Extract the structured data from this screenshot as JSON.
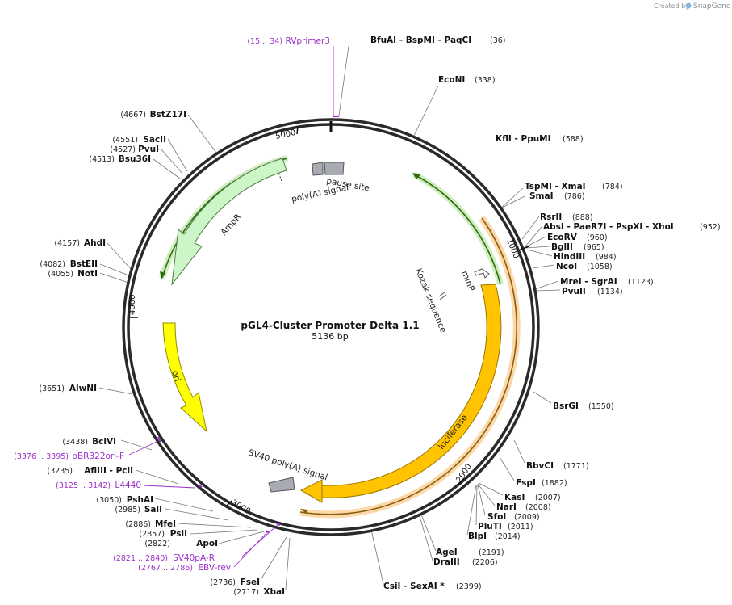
{
  "credit": {
    "prefix": "Created by",
    "brand": "SnapGene"
  },
  "map": {
    "name": "pGL4-Cluster Promoter Delta 1.1",
    "length": "5136 bp"
  },
  "ticks": [
    "1000",
    "2000",
    "3000",
    "4000",
    "5000"
  ],
  "features": {
    "luciferase": "luciferase",
    "minp": "minP",
    "kozak": "Kozak sequence",
    "sv40": "SV40 poly(A) signal",
    "ori": "ori",
    "ampr": "AmpR",
    "polya": "poly(A) signal",
    "pause": "pause site"
  },
  "sites": [
    {
      "name": "BfuAI  - BspMI  - PaqCI",
      "pos": "(36)"
    },
    {
      "name": "EcoNI",
      "pos": "(338)"
    },
    {
      "name": "KflI  - PpuMI",
      "pos": "(588)"
    },
    {
      "name": "TspMI  - XmaI",
      "pos": "(784)"
    },
    {
      "name": "SmaI",
      "pos": "(786)"
    },
    {
      "name": "RsrII",
      "pos": "(888)"
    },
    {
      "name": "AbsI  - PaeR7I  - PspXI  - XhoI",
      "pos": "(952)"
    },
    {
      "name": "EcoRV",
      "pos": "(960)"
    },
    {
      "name": "BglII",
      "pos": "(965)"
    },
    {
      "name": "HindIII",
      "pos": "(984)"
    },
    {
      "name": "NcoI",
      "pos": "(1058)"
    },
    {
      "name": "MreI  - SgrAI",
      "pos": "(1123)"
    },
    {
      "name": "PvuII",
      "pos": "(1134)"
    },
    {
      "name": "BsrGI",
      "pos": "(1550)"
    },
    {
      "name": "BbvCI",
      "pos": "(1771)"
    },
    {
      "name": "FspI",
      "pos": "(1882)"
    },
    {
      "name": "KasI",
      "pos": "(2007)"
    },
    {
      "name": "NarI",
      "pos": "(2008)"
    },
    {
      "name": "SfoI",
      "pos": "(2009)"
    },
    {
      "name": "PluTI",
      "pos": "(2011)"
    },
    {
      "name": "BlpI",
      "pos": "(2014)"
    },
    {
      "name": "AgeI",
      "pos": "(2191)"
    },
    {
      "name": "DraIII",
      "pos": "(2206)"
    },
    {
      "name": "CsiI  - SexAI *",
      "pos": "(2399)"
    },
    {
      "name": "XbaI",
      "pos": "(2717)"
    },
    {
      "name": "FseI",
      "pos": "(2736)"
    },
    {
      "name": "ApoI",
      "pos": "(2822)"
    },
    {
      "name": "PsiI",
      "pos": "(2857)"
    },
    {
      "name": "MfeI",
      "pos": "(2886)"
    },
    {
      "name": "SalI",
      "pos": "(2985)"
    },
    {
      "name": "PshAI",
      "pos": "(3050)"
    },
    {
      "name": "AflIII  - PciI",
      "pos": "(3235)"
    },
    {
      "name": "BciVI",
      "pos": "(3438)"
    },
    {
      "name": "AlwNI",
      "pos": "(3651)"
    },
    {
      "name": "NotI",
      "pos": "(4055)"
    },
    {
      "name": "BstEII",
      "pos": "(4082)"
    },
    {
      "name": "AhdI",
      "pos": "(4157)"
    },
    {
      "name": "Bsu36I",
      "pos": "(4513)"
    },
    {
      "name": "PvuI",
      "pos": "(4527)"
    },
    {
      "name": "SacII",
      "pos": "(4551)"
    },
    {
      "name": "BstZ17I",
      "pos": "(4667)"
    }
  ],
  "primers": [
    {
      "name": "RVprimer3",
      "pos": "(15 .. 34)"
    },
    {
      "name": "pBR322ori-F",
      "pos": "(3376 .. 3395)"
    },
    {
      "name": "L4440",
      "pos": "(3125 .. 3142)"
    },
    {
      "name": "SV40pA-R",
      "pos": "(2821 .. 2840)"
    },
    {
      "name": "EBV-rev",
      "pos": "(2767 .. 2786)"
    }
  ]
}
